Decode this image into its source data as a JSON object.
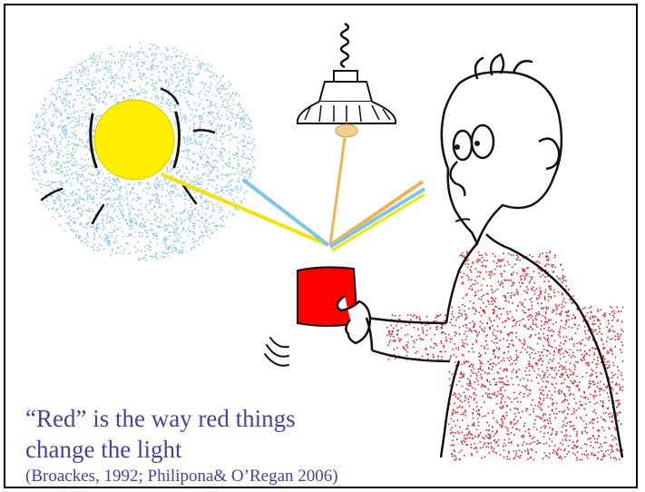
{
  "caption": {
    "line1": "“Red” is the way red things",
    "line2": "change the light",
    "citation": "(Broackes, 1992; Philipona& O’Regan 2006)"
  },
  "colors": {
    "caption_text": "#4a3fa6",
    "sun": "#ffee00",
    "sky_speckle": "#8ec7ea",
    "yellow_ray": "#f2e600",
    "blue_ray": "#7ec4ee",
    "orange_ray": "#f0b44a",
    "red_object": "#ff0000",
    "sweater_speckle": "#e0252f"
  },
  "icons": {
    "sun": "sun-icon",
    "lamp": "hanging-lamp-icon",
    "object": "red-square-icon",
    "person": "person-figure-icon"
  }
}
